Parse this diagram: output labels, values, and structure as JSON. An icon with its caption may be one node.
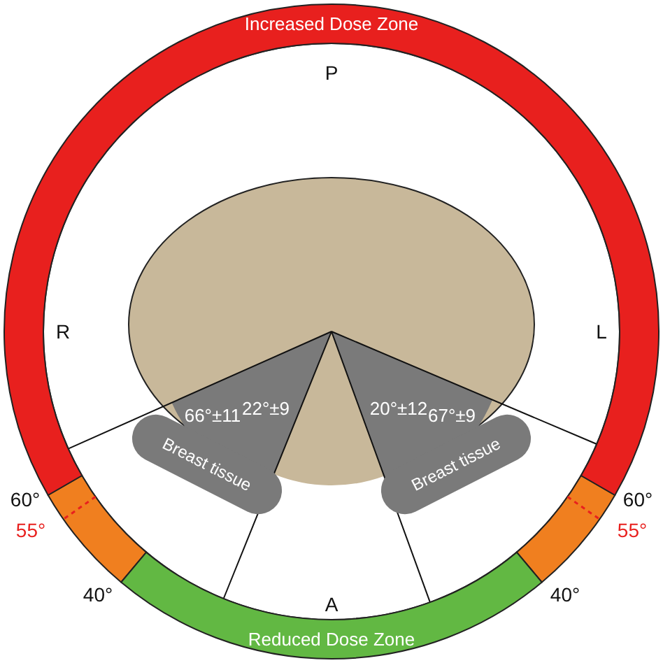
{
  "diagram": {
    "nodes": [
      {
        "text": [
          "Increased Dose Zone"
        ]
      },
      {
        "text": [
          "Breast tissue"
        ]
      },
      {
        "text": [
          "Breast tissue"
        ]
      },
      {
        "text": [
          "Reduced Dose Zone"
        ]
      }
    ],
    "labels": [
      "P",
      "R",
      "L",
      "66°±11",
      "67°±9",
      "22°±9",
      "20°±12",
      "60°",
      "60°",
      "55°",
      "55°",
      "40°",
      "A",
      "40°"
    ]
  }
}
